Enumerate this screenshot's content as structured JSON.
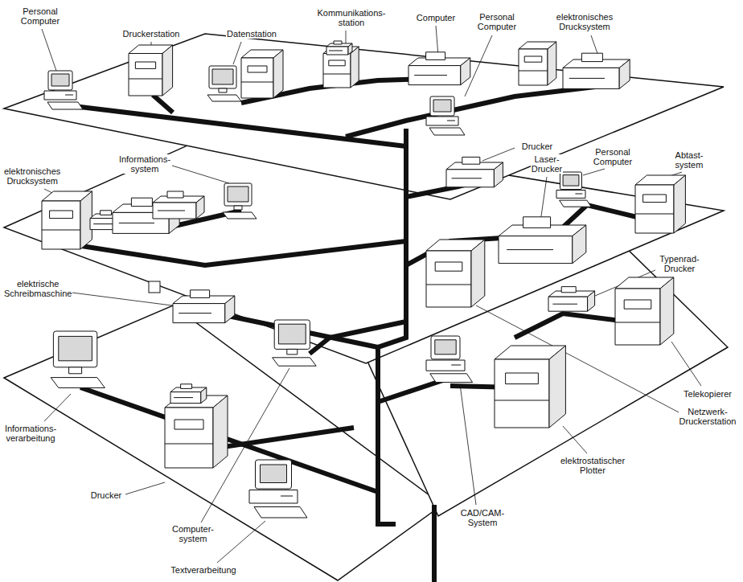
{
  "diagram": {
    "labels": [
      "Personal Computer",
      "Druckerstation",
      "Datenstation",
      "Kommunikations- station",
      "Computer",
      "Personal Computer",
      "elektronisches Drucksystem",
      "Informations- system",
      "elektronisches Drucksystem",
      "Drucker",
      "Laser- Drucker",
      "Personal Computer",
      "Abtast- system",
      "Typenrad- Drucker",
      "elektrische Schreibmaschine",
      "Telekopierer",
      "Netzwerk- Druckerstation",
      "elektrostatischer Plotter",
      "CAD/CAM- System",
      "Informations- verarbeitung",
      "Drucker",
      "Computer- system",
      "Textverarbeitung"
    ]
  }
}
